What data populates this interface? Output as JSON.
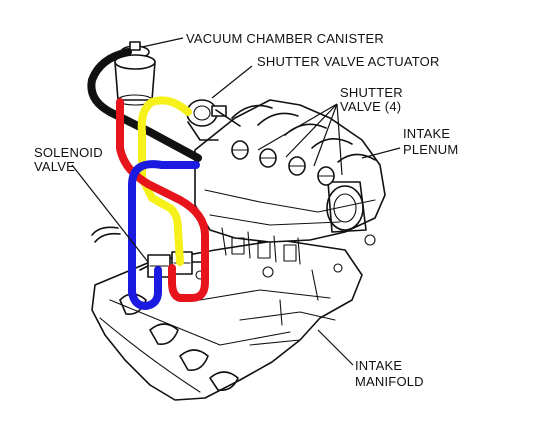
{
  "labels": {
    "vacuum_chamber_canister": "VACUUM CHAMBER CANISTER",
    "shutter_valve_actuator": "SHUTTER VALVE ACTUATOR",
    "shutter_valve_line1": "SHUTTER",
    "shutter_valve_line2": "VALVE (4)",
    "intake_plenum_line1": "INTAKE",
    "intake_plenum_line2": "PLENUM",
    "solenoid_valve_line1": "SOLENOID",
    "solenoid_valve_line2": "VALVE",
    "intake_manifold_line1": "INTAKE",
    "intake_manifold_line2": "MANIFOLD"
  },
  "hose_colors": {
    "black": "#111111",
    "red": "#e8141c",
    "yellow": "#f6f11a",
    "blue": "#1a1ae0"
  }
}
